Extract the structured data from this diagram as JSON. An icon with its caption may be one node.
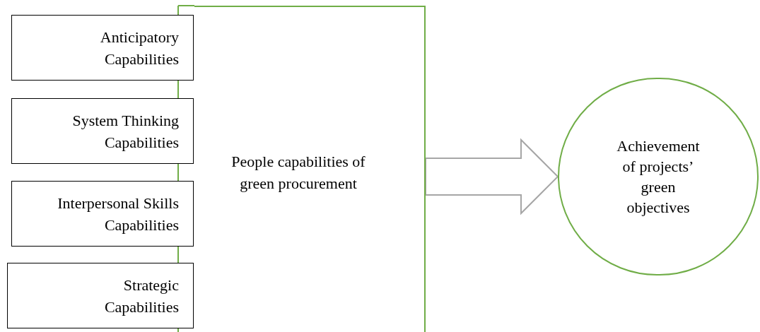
{
  "diagram": {
    "nodes": [
      {
        "text": [
          "People capabilities of green procurement"
        ]
      },
      {
        "text": [
          "Anticipatory Capabilities"
        ]
      },
      {
        "text": [
          "System Thinking Capabilities"
        ]
      },
      {
        "text": [
          "Interpersonal Skills Capabilities"
        ]
      },
      {
        "text": [
          "Strategic Capabilities"
        ]
      },
      {
        "text": [
          "Achievement of projects’ green objectives"
        ]
      }
    ],
    "edges": [
      {
        "from": 0,
        "to": 5,
        "arrow": "to",
        "style": "thick",
        "color": "#a6a6a6"
      }
    ]
  }
}
